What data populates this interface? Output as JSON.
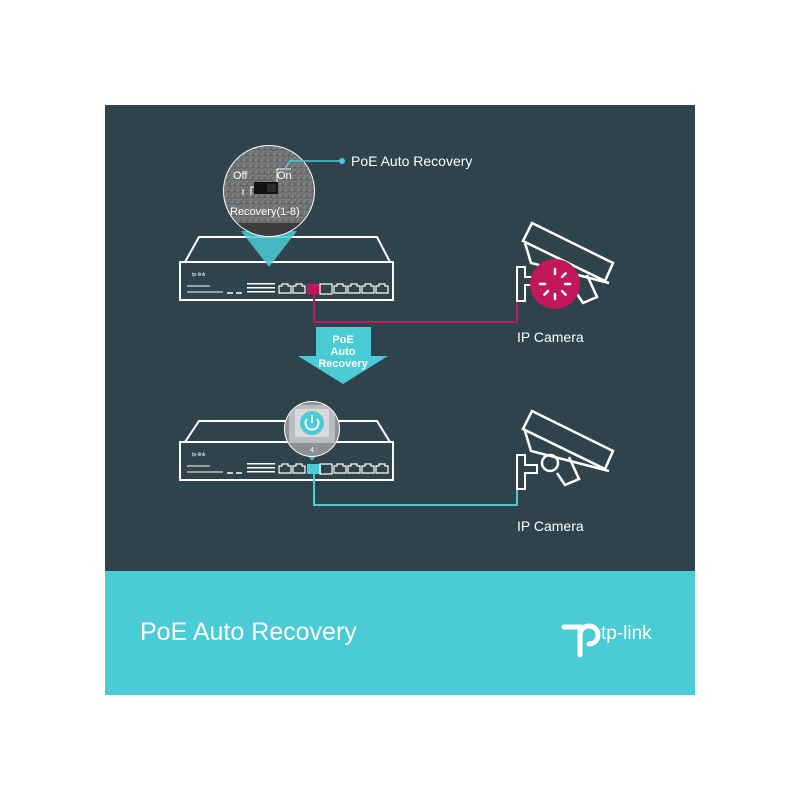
{
  "callout": {
    "label": "PoE Auto Recovery"
  },
  "zoom": {
    "on_label": "On",
    "off_label": "Off",
    "left_fragment": "n",
    "recovery_label": "Recovery(1-8)",
    "number_fragment": "2)"
  },
  "arrow": {
    "line1": "PoE",
    "line2": "Auto",
    "line3": "Recovery"
  },
  "top_camera": {
    "label": "IP Camera"
  },
  "bottom_camera": {
    "label": "IP Camera"
  },
  "port_zoom": {
    "port_number": "4"
  },
  "switch": {
    "brand": "tp-link"
  },
  "banner": {
    "title": "PoE Auto Recovery"
  },
  "brand": {
    "name": "tp-link"
  },
  "colors": {
    "background": "#2e434b",
    "banner": "#4acbd6",
    "fault": "#c2185b",
    "ok": "#4acbd6",
    "line": "#ffffff"
  }
}
